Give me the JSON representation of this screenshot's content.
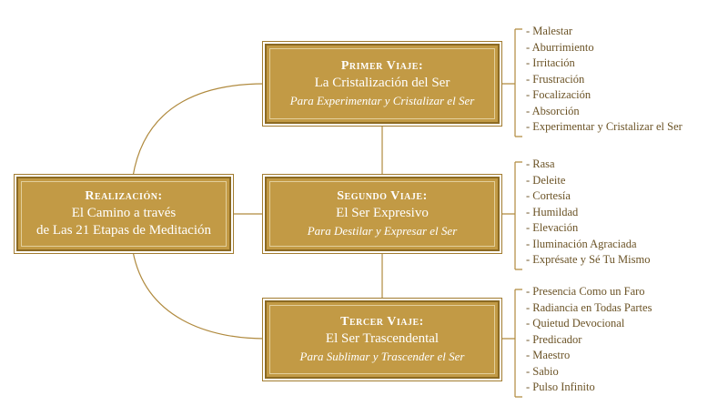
{
  "realizacion": {
    "title": "Realización:",
    "line1": "El Camino a través",
    "line2": "de Las 21 Etapas de Meditación"
  },
  "journeys": [
    {
      "title": "Primer Viaje:",
      "line": "La Cristalización del Ser",
      "sub": "Para Experimentar y Cristalizar el Ser",
      "stages": [
        "Malestar",
        "Aburrimiento",
        "Irritación",
        "Frustración",
        "Focalización",
        "Absorción",
        "Experimentar y Cristalizar el Ser"
      ]
    },
    {
      "title": "Segundo Viaje:",
      "line": "El Ser Expresivo",
      "sub": "Para Destilar y Expresar el Ser",
      "stages": [
        "Rasa",
        "Deleite",
        "Cortesía",
        "Humildad",
        "Elevación",
        "Iluminación Agraciada",
        "Exprésate y Sé Tu Mismo"
      ]
    },
    {
      "title": "Tercer Viaje:",
      "line": "El Ser Trascendental",
      "sub": "Para Sublimar y Trascender el Ser",
      "stages": [
        "Presencia Como un Faro",
        "Radiancia en Todas Partes",
        "Quietud Devocional",
        "Predicador",
        "Maestro",
        "Sabio",
        "Pulso Infinito"
      ]
    }
  ],
  "colors": {
    "box_fill": "#c29a45",
    "box_border": "#8c6a22",
    "line": "#b08a3e",
    "text": "#6b5326"
  }
}
